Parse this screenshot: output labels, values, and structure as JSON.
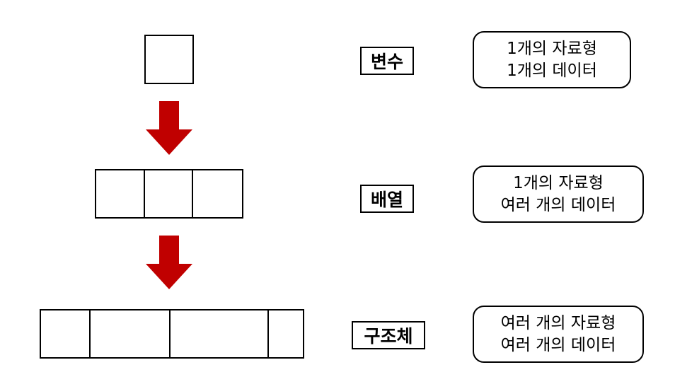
{
  "colors": {
    "arrow": "#c00000",
    "stroke": "#000000",
    "background": "#ffffff"
  },
  "rows": [
    {
      "label": "변수",
      "cells": 1,
      "description": [
        "1개의 자료형",
        "1개의 데이터"
      ]
    },
    {
      "label": "배열",
      "cells": 3,
      "description": [
        "1개의 자료형",
        "여러 개의 데이터"
      ]
    },
    {
      "label": "구조체",
      "cells": 4,
      "description": [
        "여러 개의 자료형",
        "여러 개의 데이터"
      ]
    }
  ],
  "arrows": [
    "down-arrow-icon",
    "down-arrow-icon"
  ]
}
